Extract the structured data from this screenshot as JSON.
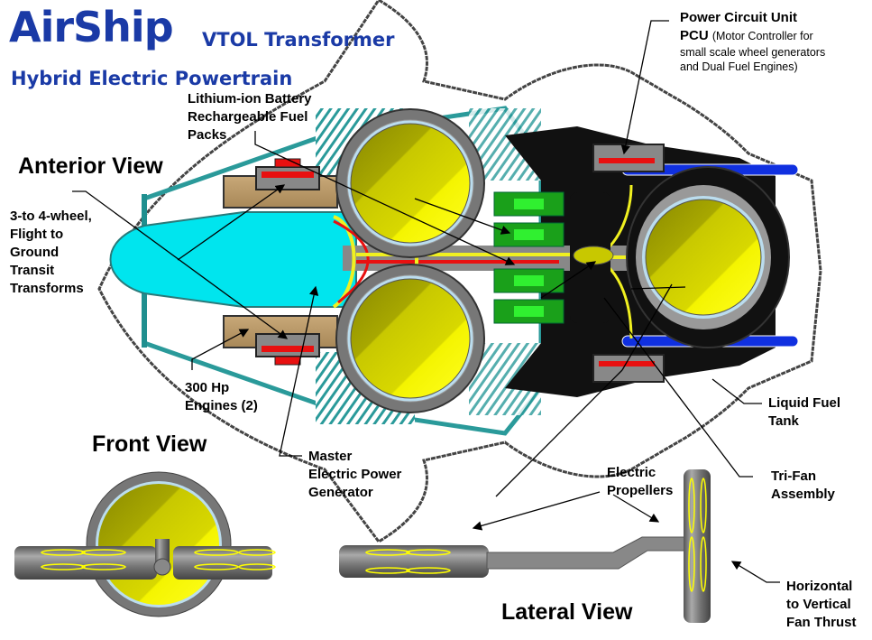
{
  "header": {
    "brand": "AirShip",
    "subtitle": "VTOL Transformer",
    "title2": "Hybrid Electric Powertrain"
  },
  "views": {
    "anterior": "Anterior View",
    "front": "Front View",
    "lateral": "Lateral View"
  },
  "labels": {
    "battery": [
      "Lithium-ion Battery",
      "Rechargeable Fuel",
      "Packs"
    ],
    "wheel": [
      "3-to 4-wheel,",
      "Flight to",
      "Ground",
      "Transit",
      "Transforms"
    ],
    "engines": [
      "300 Hp",
      "Engines (2)"
    ],
    "generator": [
      "Master",
      "Electric Power",
      "Generator"
    ],
    "pcu_title": "Power Circuit Unit",
    "pcu_abbr": "PCU",
    "pcu_desc": [
      "(Motor Controller for",
      "small scale wheel generators",
      "and Dual Fuel Engines)"
    ],
    "fuel_tank": [
      "Liquid Fuel",
      "Tank"
    ],
    "trifan": [
      "Tri-Fan",
      "Assembly"
    ],
    "propellers": [
      "Electric",
      "Propellers"
    ],
    "thrust": [
      "Horizontal",
      "to Vertical",
      "Fan Thrust"
    ]
  },
  "colors": {
    "title_blue": "#1a3aa6",
    "fan_yellow": "#e8e800",
    "cyan_body": "#00e5ee",
    "teal_frame": "#1f8f8f",
    "battery_green": "#1aa01a",
    "wire_red": "#e81010",
    "wire_yellow": "#f0f020",
    "blue_strut": "#1030e0",
    "tube_gray": "#777777"
  }
}
